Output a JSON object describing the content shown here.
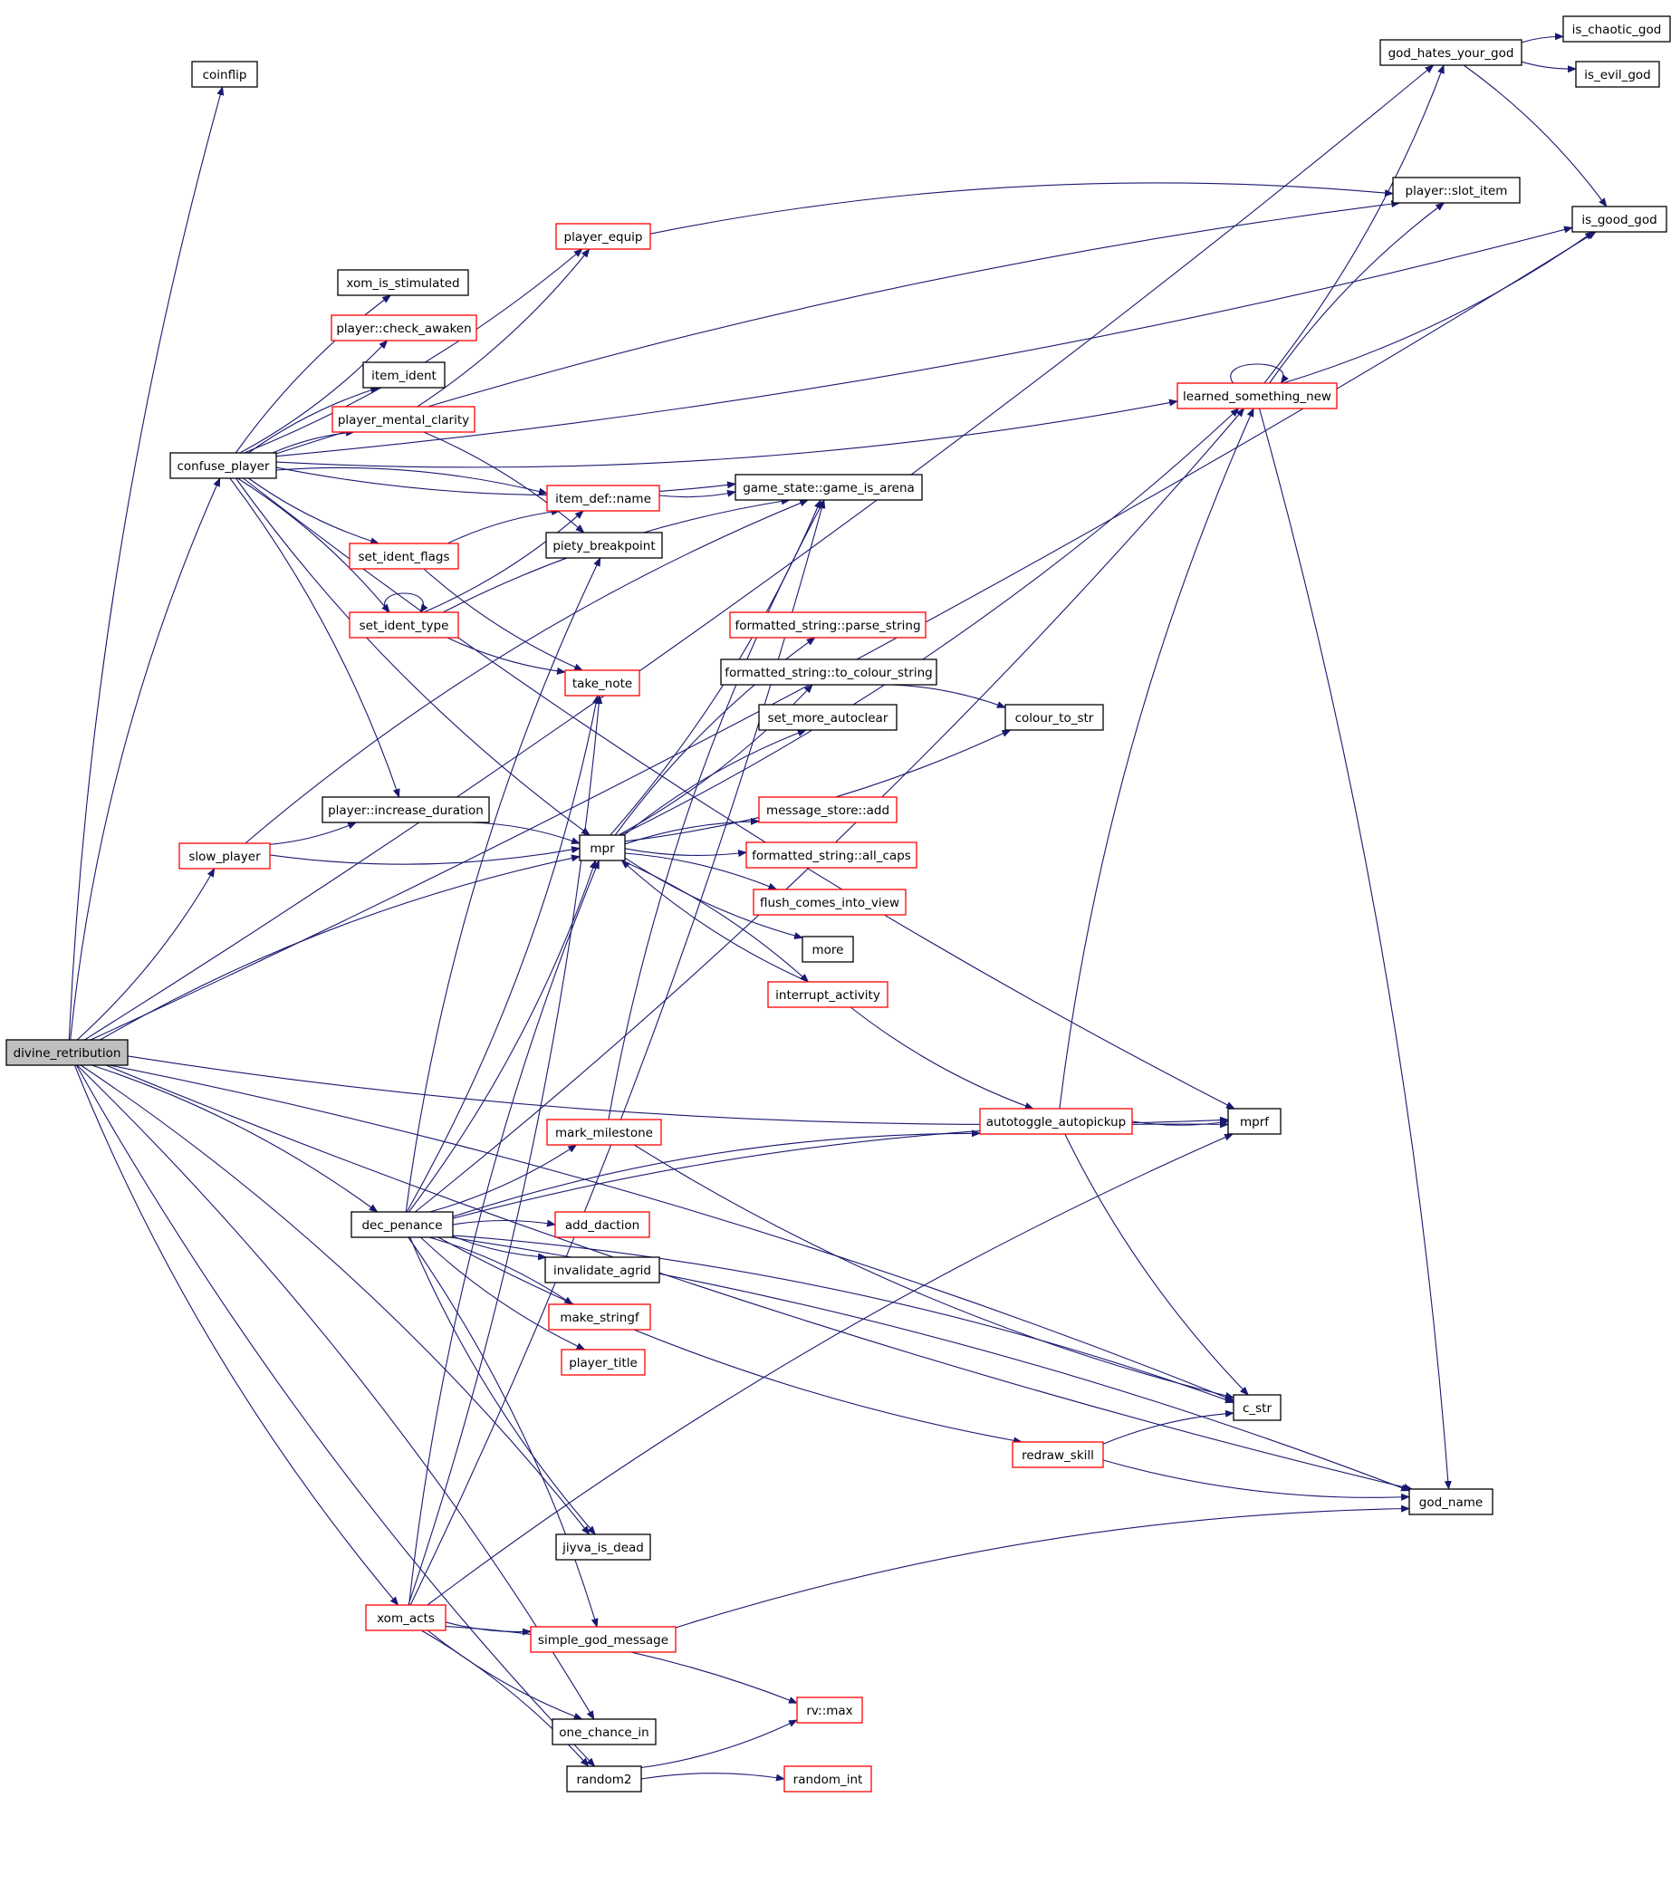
{
  "colors": {
    "edge": "#191970",
    "node_border_normal": "#000000",
    "node_border_red": "#ff0000",
    "root_fill": "#bfbfbf",
    "node_fill": "#ffffff"
  },
  "nodes": [
    {
      "id": "divine_retribution",
      "label": "divine_retribution",
      "style": "root"
    },
    {
      "id": "coinflip",
      "label": "coinflip",
      "style": "normal"
    },
    {
      "id": "god_hates_your_god",
      "label": "god_hates_your_god",
      "style": "normal"
    },
    {
      "id": "is_chaotic_god",
      "label": "is_chaotic_god",
      "style": "normal"
    },
    {
      "id": "is_evil_god",
      "label": "is_evil_god",
      "style": "normal"
    },
    {
      "id": "is_good_god",
      "label": "is_good_god",
      "style": "normal"
    },
    {
      "id": "player_slot_item",
      "label": "player::slot_item",
      "style": "normal"
    },
    {
      "id": "player_equip",
      "label": "player_equip",
      "style": "red"
    },
    {
      "id": "xom_is_stimulated",
      "label": "xom_is_stimulated",
      "style": "normal"
    },
    {
      "id": "player_check_awaken",
      "label": "player::check_awaken",
      "style": "red"
    },
    {
      "id": "item_ident",
      "label": "item_ident",
      "style": "normal"
    },
    {
      "id": "learned_something_new",
      "label": "learned_something_new",
      "style": "red"
    },
    {
      "id": "player_mental_clarity",
      "label": "player_mental_clarity",
      "style": "red"
    },
    {
      "id": "confuse_player",
      "label": "confuse_player",
      "style": "normal"
    },
    {
      "id": "item_def_name",
      "label": "item_def::name",
      "style": "red"
    },
    {
      "id": "game_is_arena",
      "label": "game_state::game_is_arena",
      "style": "normal"
    },
    {
      "id": "set_ident_flags",
      "label": "set_ident_flags",
      "style": "red"
    },
    {
      "id": "piety_breakpoint",
      "label": "piety_breakpoint",
      "style": "normal"
    },
    {
      "id": "set_ident_type",
      "label": "set_ident_type",
      "style": "red"
    },
    {
      "id": "parse_string",
      "label": "formatted_string::parse_string",
      "style": "red"
    },
    {
      "id": "to_colour_string",
      "label": "formatted_string::to_colour_string",
      "style": "normal"
    },
    {
      "id": "take_note",
      "label": "take_note",
      "style": "red"
    },
    {
      "id": "set_more_autoclear",
      "label": "set_more_autoclear",
      "style": "normal"
    },
    {
      "id": "colour_to_str",
      "label": "colour_to_str",
      "style": "normal"
    },
    {
      "id": "increase_duration",
      "label": "player::increase_duration",
      "style": "normal"
    },
    {
      "id": "message_store_add",
      "label": "message_store::add",
      "style": "red"
    },
    {
      "id": "slow_player",
      "label": "slow_player",
      "style": "red"
    },
    {
      "id": "mpr",
      "label": "mpr",
      "style": "normal"
    },
    {
      "id": "all_caps",
      "label": "formatted_string::all_caps",
      "style": "red"
    },
    {
      "id": "flush_comes_into_view",
      "label": "flush_comes_into_view",
      "style": "red"
    },
    {
      "id": "more",
      "label": "more",
      "style": "normal"
    },
    {
      "id": "interrupt_activity",
      "label": "interrupt_activity",
      "style": "red"
    },
    {
      "id": "autotoggle_autopickup",
      "label": "autotoggle_autopickup",
      "style": "red"
    },
    {
      "id": "mprf",
      "label": "mprf",
      "style": "normal"
    },
    {
      "id": "mark_milestone",
      "label": "mark_milestone",
      "style": "red"
    },
    {
      "id": "dec_penance",
      "label": "dec_penance",
      "style": "normal"
    },
    {
      "id": "add_daction",
      "label": "add_daction",
      "style": "red"
    },
    {
      "id": "invalidate_agrid",
      "label": "invalidate_agrid",
      "style": "normal"
    },
    {
      "id": "make_stringf",
      "label": "make_stringf",
      "style": "red"
    },
    {
      "id": "player_title",
      "label": "player_title",
      "style": "red"
    },
    {
      "id": "c_str",
      "label": "c_str",
      "style": "normal"
    },
    {
      "id": "redraw_skill",
      "label": "redraw_skill",
      "style": "red"
    },
    {
      "id": "god_name",
      "label": "god_name",
      "style": "normal"
    },
    {
      "id": "jiyva_is_dead",
      "label": "jiyva_is_dead",
      "style": "normal"
    },
    {
      "id": "xom_acts",
      "label": "xom_acts",
      "style": "red"
    },
    {
      "id": "simple_god_message",
      "label": "simple_god_message",
      "style": "red"
    },
    {
      "id": "rv_max",
      "label": "rv::max",
      "style": "red"
    },
    {
      "id": "one_chance_in",
      "label": "one_chance_in",
      "style": "normal"
    },
    {
      "id": "random2",
      "label": "random2",
      "style": "normal"
    },
    {
      "id": "random_int",
      "label": "random_int",
      "style": "red"
    }
  ],
  "edges": [
    [
      "divine_retribution",
      "coinflip"
    ],
    [
      "divine_retribution",
      "god_hates_your_god"
    ],
    [
      "divine_retribution",
      "confuse_player"
    ],
    [
      "divine_retribution",
      "slow_player"
    ],
    [
      "divine_retribution",
      "mpr"
    ],
    [
      "divine_retribution",
      "mprf"
    ],
    [
      "divine_retribution",
      "dec_penance"
    ],
    [
      "divine_retribution",
      "is_good_god"
    ],
    [
      "divine_retribution",
      "jiyva_is_dead"
    ],
    [
      "divine_retribution",
      "xom_acts"
    ],
    [
      "divine_retribution",
      "one_chance_in"
    ],
    [
      "divine_retribution",
      "random2"
    ],
    [
      "divine_retribution",
      "c_str"
    ],
    [
      "divine_retribution",
      "god_name"
    ],
    [
      "god_hates_your_god",
      "is_chaotic_god"
    ],
    [
      "god_hates_your_god",
      "is_evil_god"
    ],
    [
      "god_hates_your_god",
      "is_good_god"
    ],
    [
      "confuse_player",
      "is_good_god"
    ],
    [
      "confuse_player",
      "player_slot_item"
    ],
    [
      "confuse_player",
      "player_equip"
    ],
    [
      "confuse_player",
      "xom_is_stimulated"
    ],
    [
      "confuse_player",
      "player_check_awaken"
    ],
    [
      "confuse_player",
      "item_ident"
    ],
    [
      "confuse_player",
      "learned_something_new"
    ],
    [
      "confuse_player",
      "player_mental_clarity"
    ],
    [
      "confuse_player",
      "mprf"
    ],
    [
      "confuse_player",
      "item_def_name"
    ],
    [
      "confuse_player",
      "set_ident_flags"
    ],
    [
      "confuse_player",
      "set_ident_type"
    ],
    [
      "confuse_player",
      "game_is_arena"
    ],
    [
      "confuse_player",
      "increase_duration"
    ],
    [
      "confuse_player",
      "mpr"
    ],
    [
      "player_equip",
      "player_slot_item"
    ],
    [
      "player_mental_clarity",
      "player_equip"
    ],
    [
      "player_mental_clarity",
      "piety_breakpoint"
    ],
    [
      "item_def_name",
      "game_is_arena"
    ],
    [
      "set_ident_flags",
      "item_def_name"
    ],
    [
      "set_ident_flags",
      "take_note"
    ],
    [
      "set_ident_type",
      "set_ident_type"
    ],
    [
      "set_ident_type",
      "item_def_name"
    ],
    [
      "set_ident_type",
      "game_is_arena"
    ],
    [
      "set_ident_type",
      "take_note"
    ],
    [
      "learned_something_new",
      "learned_something_new"
    ],
    [
      "learned_something_new",
      "god_hates_your_god"
    ],
    [
      "learned_something_new",
      "player_slot_item"
    ],
    [
      "learned_something_new",
      "is_good_god"
    ],
    [
      "learned_something_new",
      "god_name"
    ],
    [
      "slow_player",
      "increase_duration"
    ],
    [
      "slow_player",
      "game_is_arena"
    ],
    [
      "slow_player",
      "mpr"
    ],
    [
      "increase_duration",
      "mpr"
    ],
    [
      "mpr",
      "game_is_arena"
    ],
    [
      "mpr",
      "parse_string"
    ],
    [
      "mpr",
      "to_colour_string"
    ],
    [
      "mpr",
      "set_more_autoclear"
    ],
    [
      "mpr",
      "colour_to_str"
    ],
    [
      "mpr",
      "message_store_add"
    ],
    [
      "mpr",
      "all_caps"
    ],
    [
      "mpr",
      "flush_comes_into_view"
    ],
    [
      "mpr",
      "more"
    ],
    [
      "mpr",
      "interrupt_activity"
    ],
    [
      "mpr",
      "learned_something_new"
    ],
    [
      "interrupt_activity",
      "mpr"
    ],
    [
      "interrupt_activity",
      "autotoggle_autopickup"
    ],
    [
      "to_colour_string",
      "colour_to_str"
    ],
    [
      "autotoggle_autopickup",
      "mprf"
    ],
    [
      "autotoggle_autopickup",
      "learned_something_new"
    ],
    [
      "autotoggle_autopickup",
      "c_str"
    ],
    [
      "mark_milestone",
      "game_is_arena"
    ],
    [
      "mark_milestone",
      "c_str"
    ],
    [
      "dec_penance",
      "mprf"
    ],
    [
      "dec_penance",
      "mark_milestone"
    ],
    [
      "dec_penance",
      "add_daction"
    ],
    [
      "dec_penance",
      "invalidate_agrid"
    ],
    [
      "dec_penance",
      "make_stringf"
    ],
    [
      "dec_penance",
      "player_title"
    ],
    [
      "dec_penance",
      "c_str"
    ],
    [
      "dec_penance",
      "redraw_skill"
    ],
    [
      "dec_penance",
      "god_name"
    ],
    [
      "dec_penance",
      "jiyva_is_dead"
    ],
    [
      "dec_penance",
      "simple_god_message"
    ],
    [
      "dec_penance",
      "take_note"
    ],
    [
      "dec_penance",
      "piety_breakpoint"
    ],
    [
      "dec_penance",
      "mpr"
    ],
    [
      "dec_penance",
      "autotoggle_autopickup"
    ],
    [
      "dec_penance",
      "learned_something_new"
    ],
    [
      "redraw_skill",
      "c_str"
    ],
    [
      "redraw_skill",
      "god_name"
    ],
    [
      "xom_acts",
      "mprf"
    ],
    [
      "xom_acts",
      "simple_god_message"
    ],
    [
      "xom_acts",
      "rv_max"
    ],
    [
      "xom_acts",
      "one_chance_in"
    ],
    [
      "xom_acts",
      "random2"
    ],
    [
      "xom_acts",
      "take_note"
    ],
    [
      "xom_acts",
      "mpr"
    ],
    [
      "xom_acts",
      "game_is_arena"
    ],
    [
      "simple_god_message",
      "god_name"
    ],
    [
      "random2",
      "rv_max"
    ],
    [
      "random2",
      "random_int"
    ]
  ]
}
